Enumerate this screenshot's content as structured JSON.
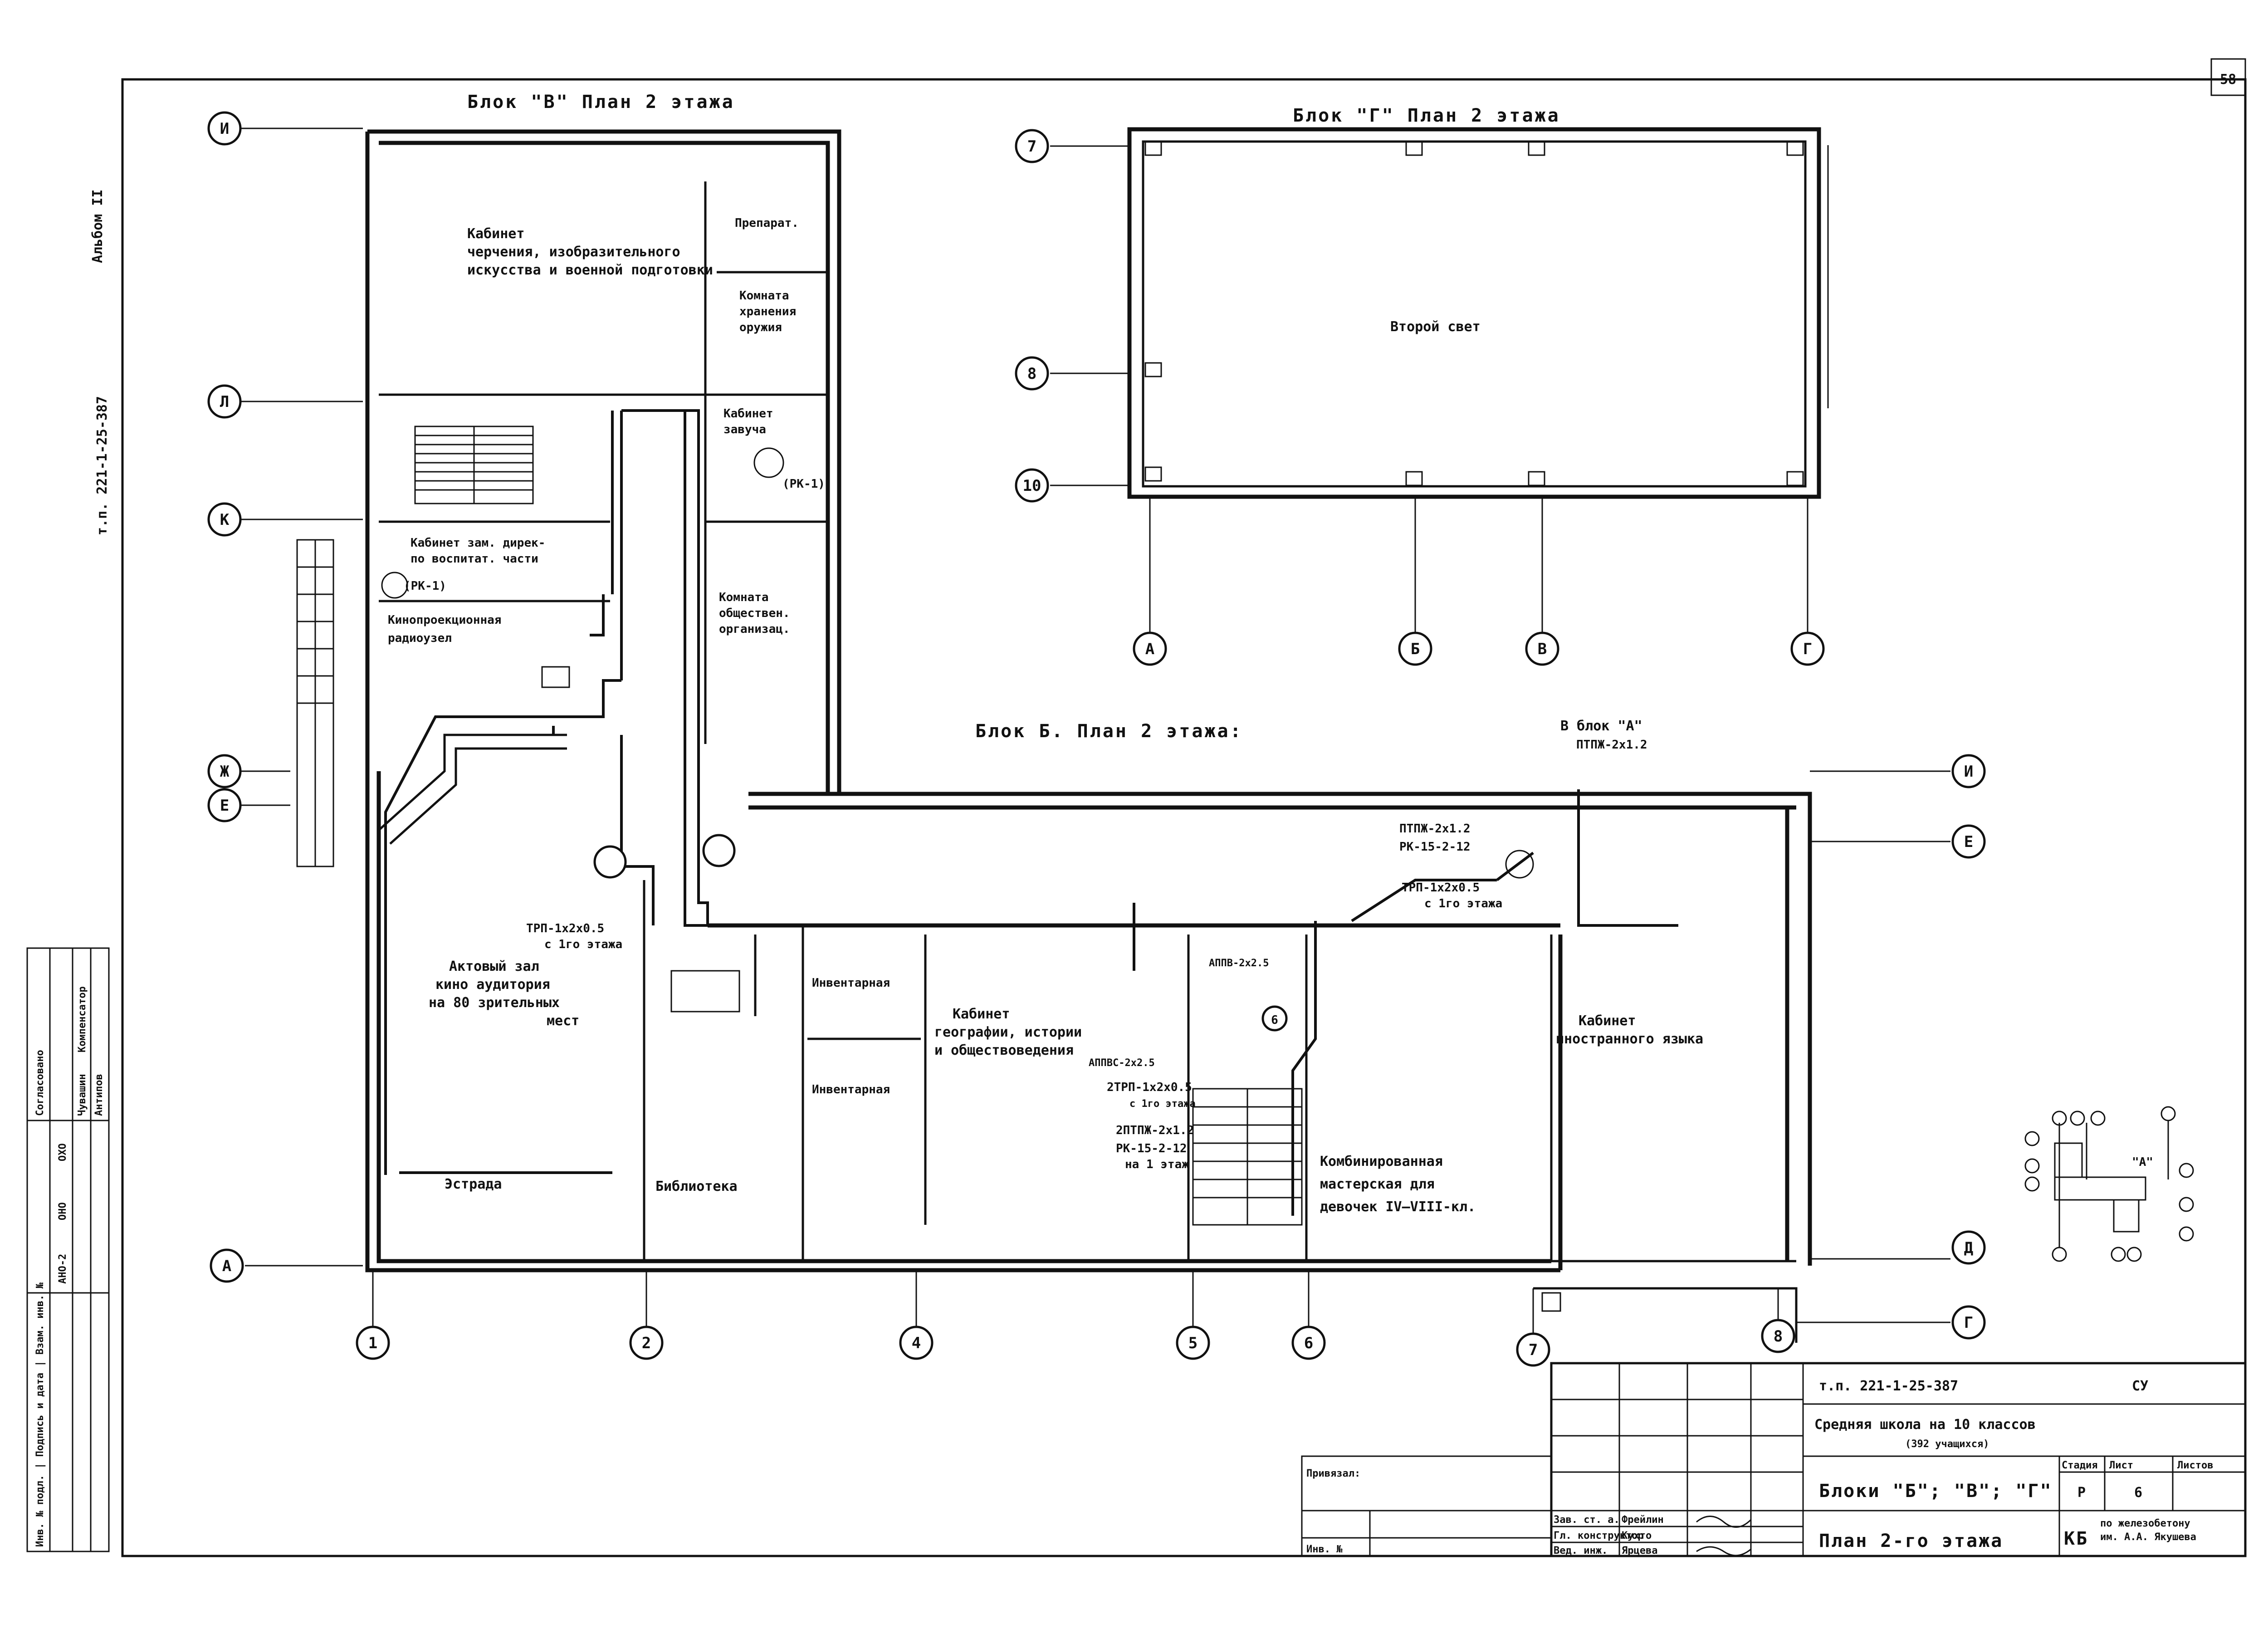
{
  "sheet": {
    "number": "58",
    "album": "Альбом II",
    "project_code": "т.п. 221-1-25-387"
  },
  "blocks": {
    "v_title": "Блок \"В\" План 2 этажа",
    "g_title": "Блок \"Г\" План 2 этажа",
    "b_title": "Блок Б. План 2 этажа:",
    "to_block_a": "В блок \"А\"",
    "to_block_a_pipe": "ПТПЖ-2х1.2"
  },
  "rooms": {
    "drawing": [
      "Кабинет",
      "черчения, изобразительного",
      "искусства и военной подготовки"
    ],
    "prep": "Препарат.",
    "weapons": [
      "Комната",
      "хранения",
      "оружия"
    ],
    "second_light": "Второй свет",
    "zavuch": [
      "Кабинет",
      "завуча"
    ],
    "deputy": [
      "Кабинет зам. дирек-",
      "по воспитат. части"
    ],
    "projection": [
      "Кинопроекционная",
      "радиоузел"
    ],
    "public_org": [
      "Комната",
      "обществен.",
      "организац."
    ],
    "assembly": [
      "Актовый зал",
      "кино аудитория",
      "на 80 зрительных",
      "мест"
    ],
    "stage": "Эстрада",
    "library": "Библиотека",
    "inventory1": "Инвентарная",
    "inventory2": "Инвентарная",
    "geography": [
      "Кабинет",
      "географии, истории",
      "и обществоведения"
    ],
    "workshop": [
      "Комбинированная",
      "мастерская для",
      "девочек IV–VIII-кл."
    ],
    "languages": [
      "Кабинет",
      "иностранного языка"
    ]
  },
  "equipment": {
    "rk1a": "(РК-1)",
    "rk1b": "(РК-1)",
    "trp_a": "ТРП-1х2х0.5",
    "trp_a2": "с 1го этажа",
    "ptpzh_a": "ПТПЖ-2х1.2",
    "rk_a": "РК-15-2-12",
    "trp_b": "ТРП-1х2х0.5",
    "trp_b2": "с 1го этажа",
    "apv_a": "АППВ-2х2.5",
    "apv_b": "АППВС-2х2.5",
    "trp_c": "2ТРП-1х2х0.5",
    "trp_c2": "с 1го этажа",
    "ptpzh_b": "2ПТПЖ-2х1.2",
    "rk_b": "РК-15-2-12",
    "rk_b2": "на 1 этаж",
    "node6": "6"
  },
  "axes": {
    "letters_left": [
      "И",
      "Л",
      "К",
      "Ж",
      "Е",
      "А"
    ],
    "letters_right": [
      "И",
      "Е",
      "Д",
      "Г"
    ],
    "g_rows": [
      "7",
      "8",
      "10"
    ],
    "g_cols": [
      "А",
      "Б",
      "В",
      "Г"
    ],
    "numbers_bottom": [
      "1",
      "2",
      "4",
      "5",
      "6",
      "7",
      "8"
    ]
  },
  "key_plan": {
    "label": "\"А\""
  },
  "approvals": {
    "col1": "Согласовано",
    "rows": [
      "АНО-2",
      "ОНО",
      "ОХО"
    ],
    "names": [
      "Чувашин",
      "Компенсатор",
      "Антипов"
    ],
    "strip": "Инв. № подл. | Подпись и дата | Взам. инв. №"
  },
  "title_block": {
    "code": "т.п. 221-1-25-387",
    "mark": "СУ",
    "school": "Средняя школа на 10 классов",
    "capacity": "(392 учащихся)",
    "binding": "Привязал:",
    "inv": "Инв. №",
    "blocks": "Блоки \"Б\"; \"В\"; \"Г\"",
    "stage_h": "Стадия",
    "sheet_h": "Лист",
    "sheets_h": "Листов",
    "stage_v": "Р",
    "sheet_v": "6",
    "plan": "План 2-го этажа",
    "org_mark": "КБ",
    "org": [
      "по железобетону",
      "им. А.А. Якушева"
    ],
    "staff_roles": [
      "Зав. ст. а.",
      "Гл. конструктор",
      "Вед. инж."
    ],
    "staff_names": [
      "Фрейлин",
      "Кухто",
      "Ярцева"
    ]
  }
}
